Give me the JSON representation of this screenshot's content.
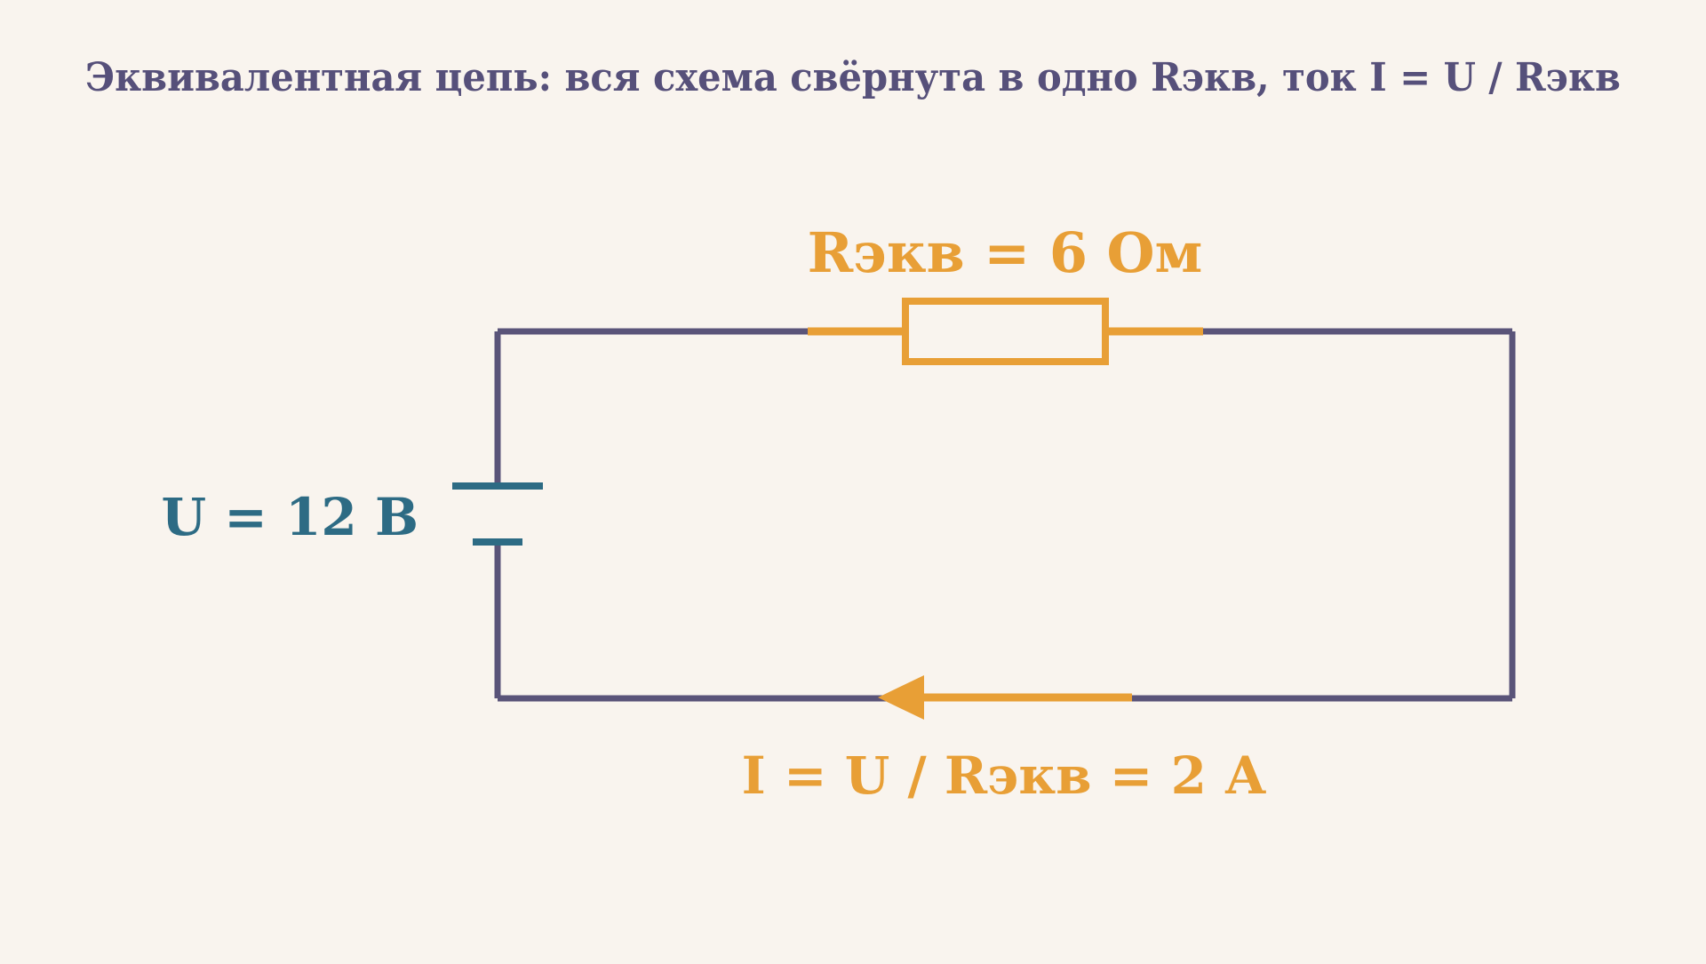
{
  "title": "Эквивалентная цепь: вся схема свёрнута в одно Rэкв, ток I = U / Rэкв",
  "resistor": {
    "label": "Rэкв = 6 Ом"
  },
  "source": {
    "label": "U = 12 В"
  },
  "current": {
    "label": "I = U / Rэкв = 2 А",
    "direction": "right-to-left"
  },
  "colors": {
    "background": "#f9f4ee",
    "wire": "#5a5479",
    "accent": "#e89f36",
    "source": "#2d6b84",
    "title": "#56507a"
  }
}
